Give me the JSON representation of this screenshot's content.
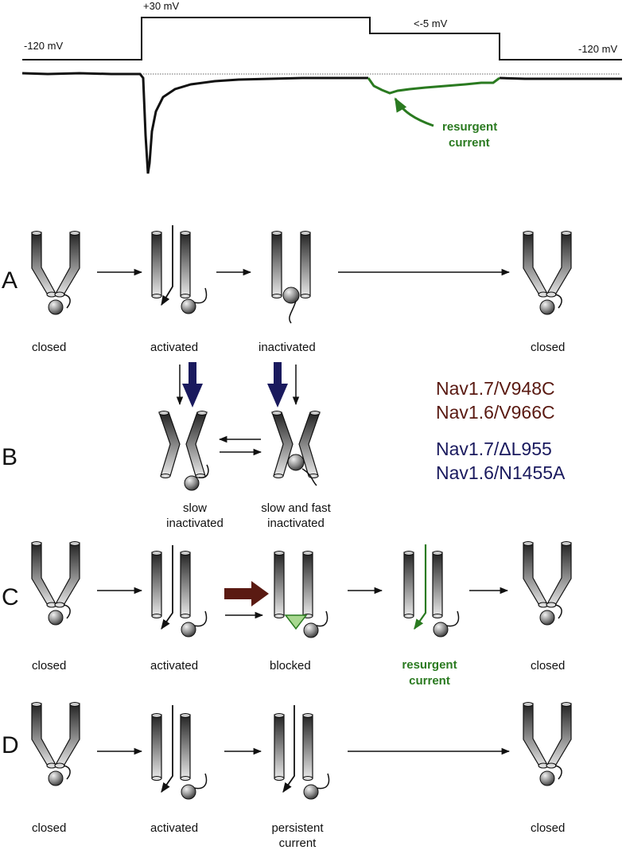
{
  "voltage": {
    "hold_left": "-120 mV",
    "step": "+30 mV",
    "repol": "<-5 mV",
    "hold_right": "-120 mV"
  },
  "trace": {
    "resurgent_line1": "resurgent",
    "resurgent_line2": "current"
  },
  "rows": {
    "A": {
      "letter": "A",
      "states": [
        "closed",
        "activated",
        "inactivated",
        "closed"
      ]
    },
    "B": {
      "letter": "B",
      "state1_line1": "slow",
      "state1_line2": "inactivated",
      "state2_line1": "slow and fast",
      "state2_line2": "inactivated"
    },
    "C": {
      "letter": "C",
      "states": [
        "closed",
        "activated",
        "blocked",
        "closed"
      ],
      "resurgent_line1": "resurgent",
      "resurgent_line2": "current"
    },
    "D": {
      "letter": "D",
      "states": [
        "closed",
        "activated",
        "closed"
      ],
      "persistent_line1": "persistent",
      "persistent_line2": "current"
    }
  },
  "mutants": {
    "red": [
      "Nav1.7/V948C",
      "Nav1.6/V966C"
    ],
    "blue": [
      "Nav1.7/ΔL955",
      "Nav1.6/N1455A"
    ]
  },
  "colors": {
    "dark_red": "#5a1a12",
    "navy": "#1a1a5e",
    "green": "#2a7a20",
    "green_fill": "#a8d890"
  }
}
